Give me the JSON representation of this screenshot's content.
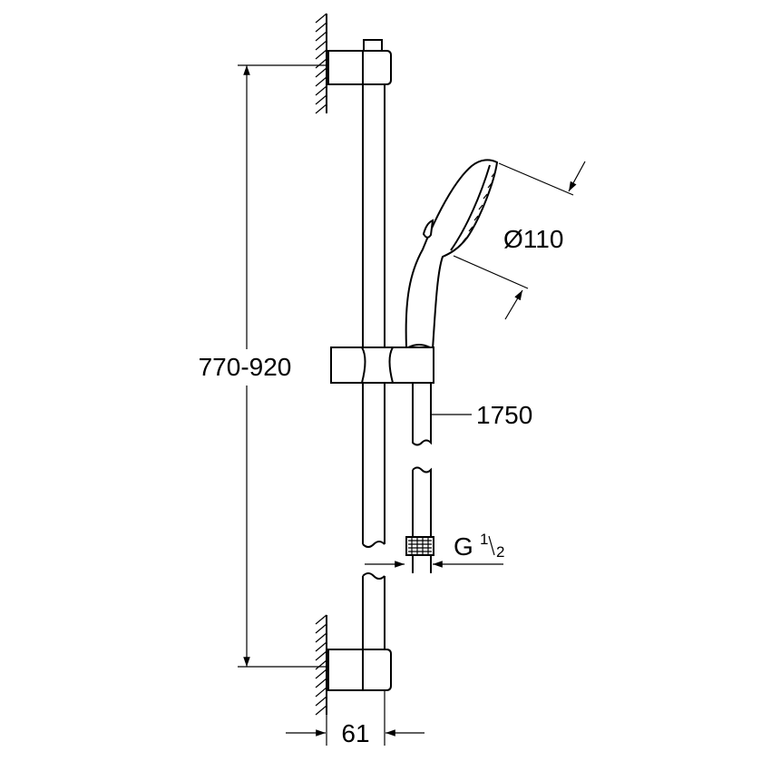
{
  "dimensions": {
    "rail_height": "770-920",
    "hose_length": "1750",
    "handshower_diameter": "Ø110",
    "connection_thread": "G",
    "connection_fraction_num": "1",
    "connection_fraction_den": "2",
    "wall_offset": "61"
  },
  "colors": {
    "line": "#000000",
    "background": "#ffffff"
  }
}
